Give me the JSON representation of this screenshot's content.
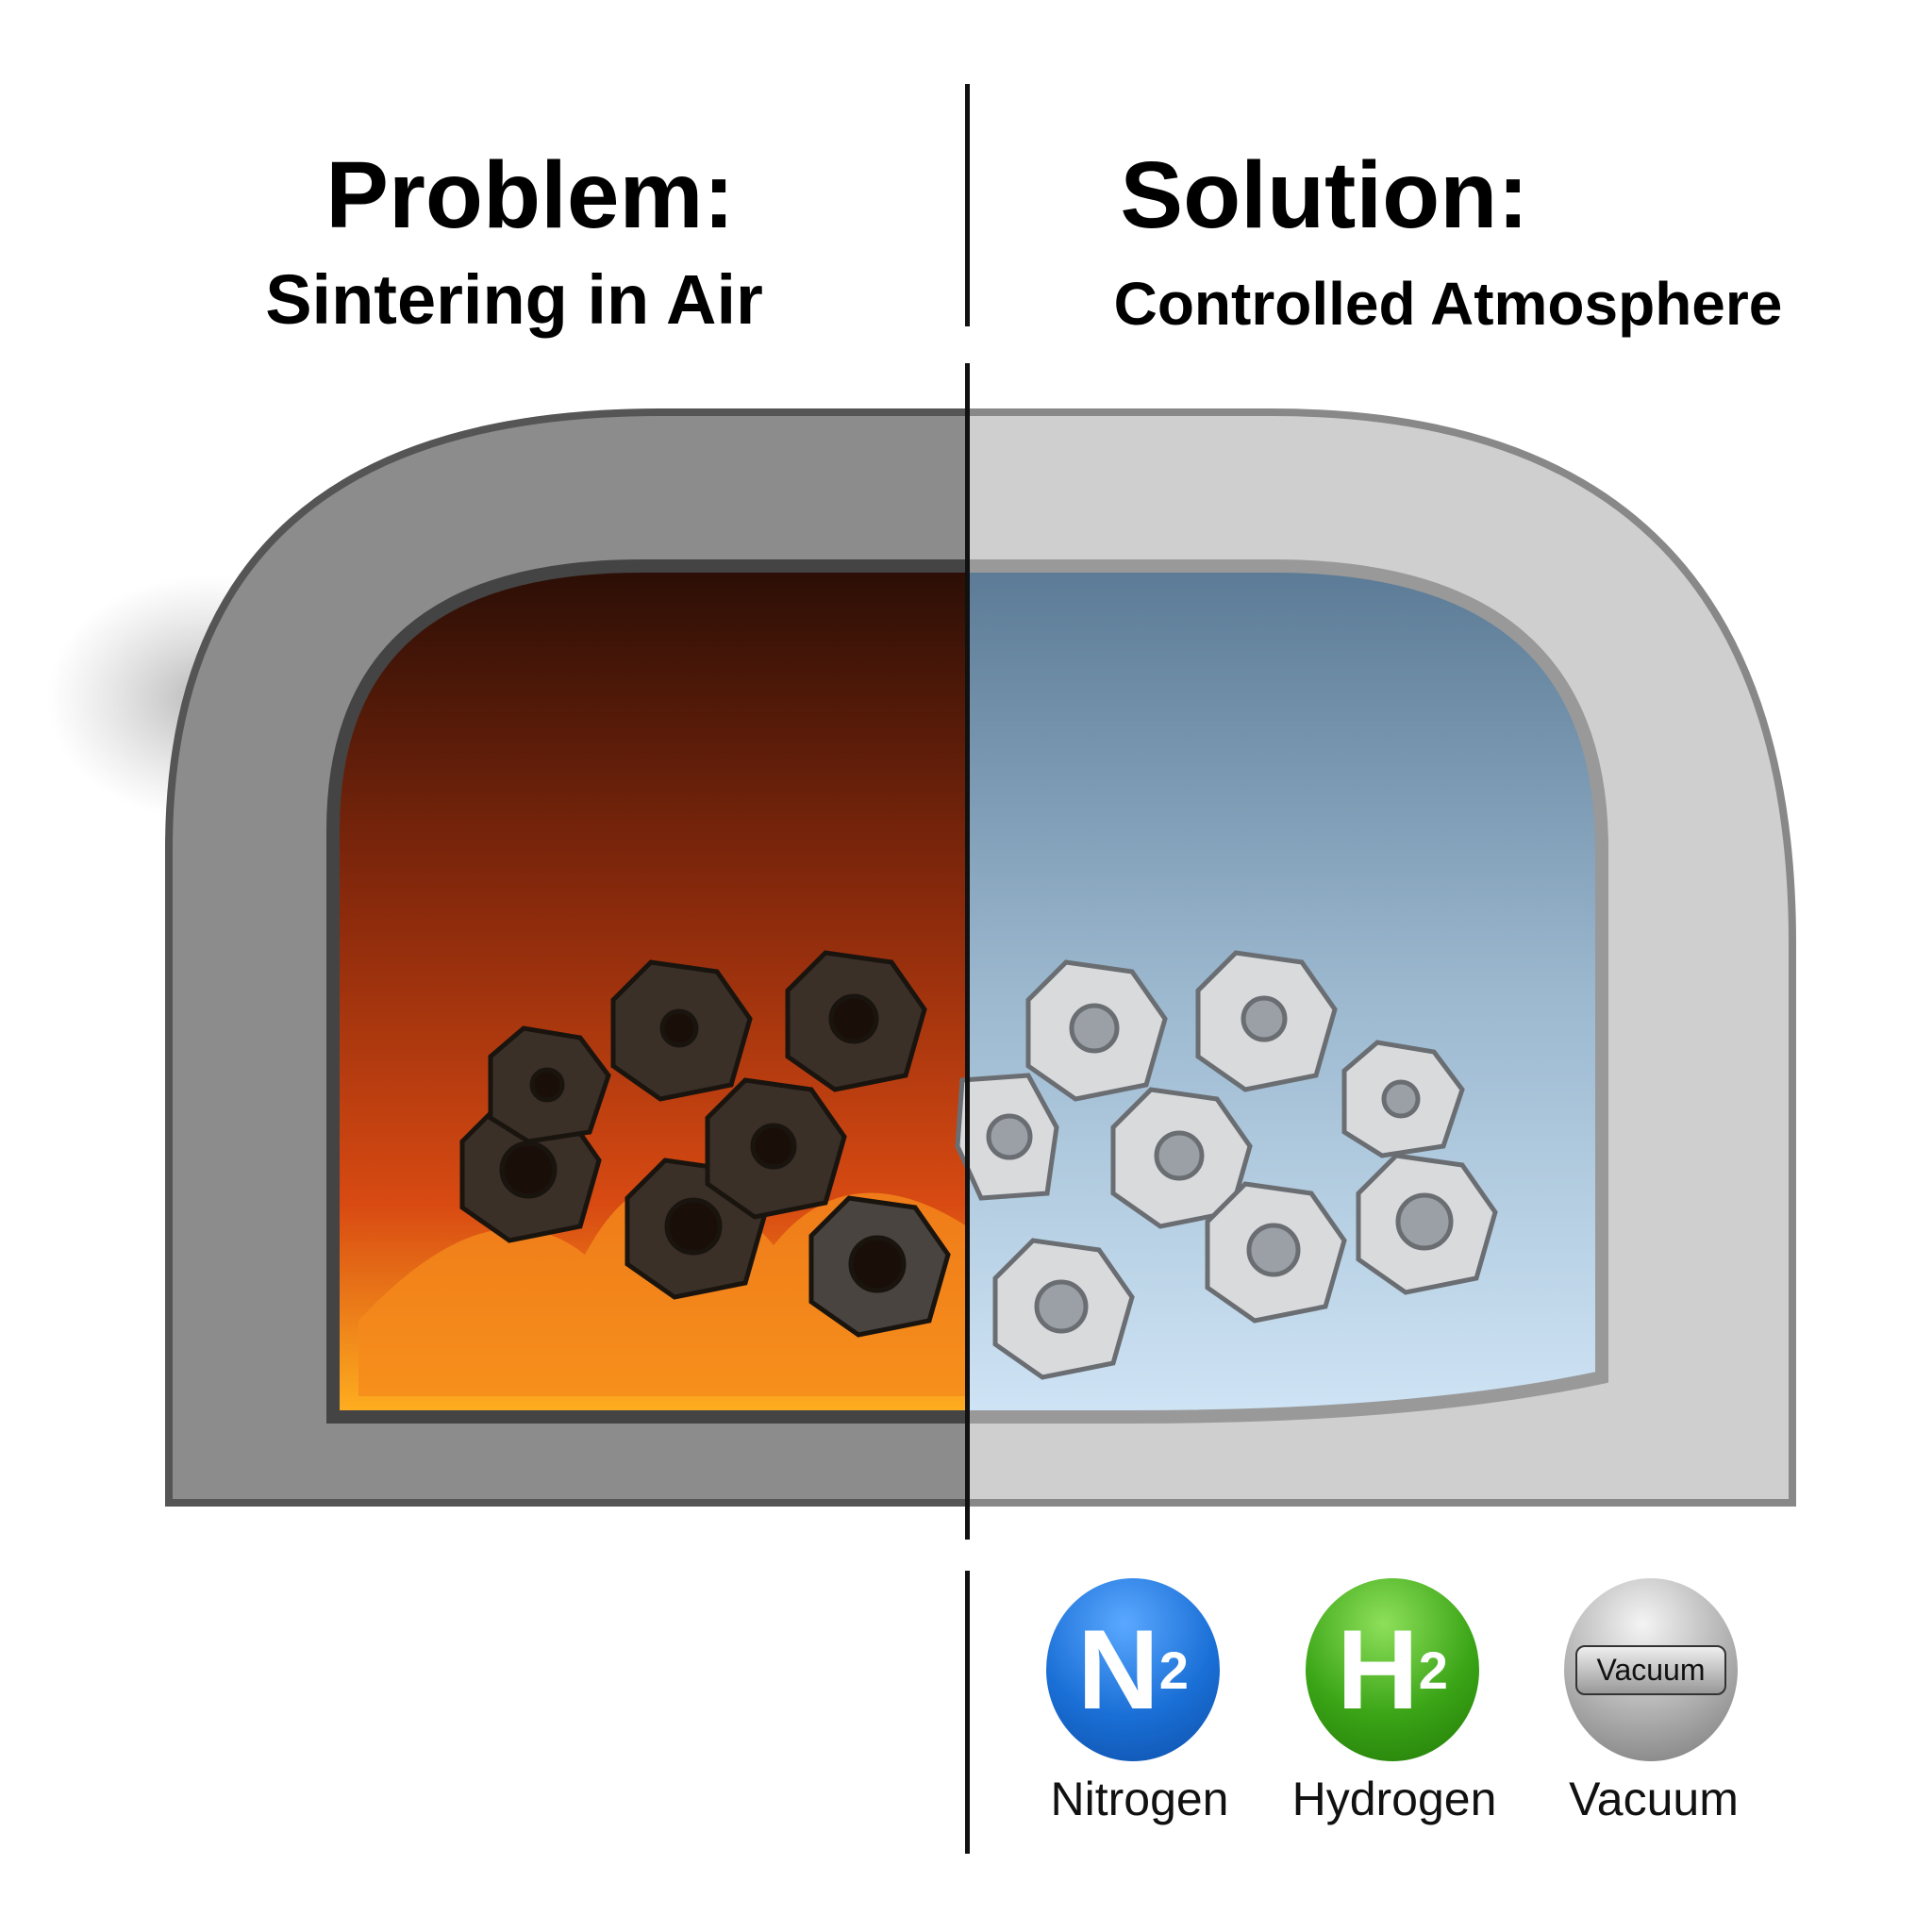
{
  "problem": {
    "title": "Problem:",
    "subtitle": "Sintering in Air"
  },
  "solution": {
    "title": "Solution:",
    "subtitle": "Controlled Atmosphere"
  },
  "atmospheres": [
    {
      "symbol": "N",
      "subscript": "2",
      "label": "Nitrogen",
      "color": "#1a6fd6"
    },
    {
      "symbol": "H",
      "subscript": "2",
      "label": "Hydrogen",
      "color": "#3aa416"
    },
    {
      "badge_text": "Vacuum",
      "label": "Vacuum",
      "color": "#a8a8a8"
    }
  ],
  "colors": {
    "fire": "#e0561a",
    "atmosphere": "#8fb4d6",
    "furnace_dark": "#7a7a7a",
    "furnace_light": "#d8d8d8"
  }
}
